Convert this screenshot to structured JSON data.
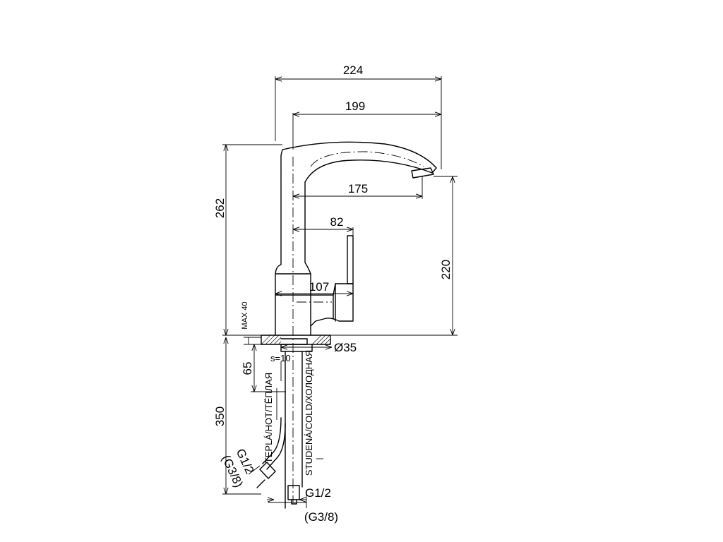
{
  "dimensions": {
    "width_total": "224",
    "width_spout": "199",
    "spout_reach": "175",
    "handle_offset": "82",
    "body_width": "107",
    "height_total": "262",
    "height_spout": "220",
    "max_deck": "MAX 40",
    "hole_diameter": "Ø35",
    "thread_length": "65",
    "hose_length": "350",
    "wall": "s=10"
  },
  "labels": {
    "hot_hose": "TEPLÁ/HOT/ТЁПЛАЯ",
    "cold_hose": "STUDENÁ/COLD/ХОЛОДНАЯ",
    "thread_main": "G1/2",
    "thread_alt": "(G3/8)",
    "thread_left_main": "G1/2",
    "thread_left_alt": "(G3/8)"
  }
}
